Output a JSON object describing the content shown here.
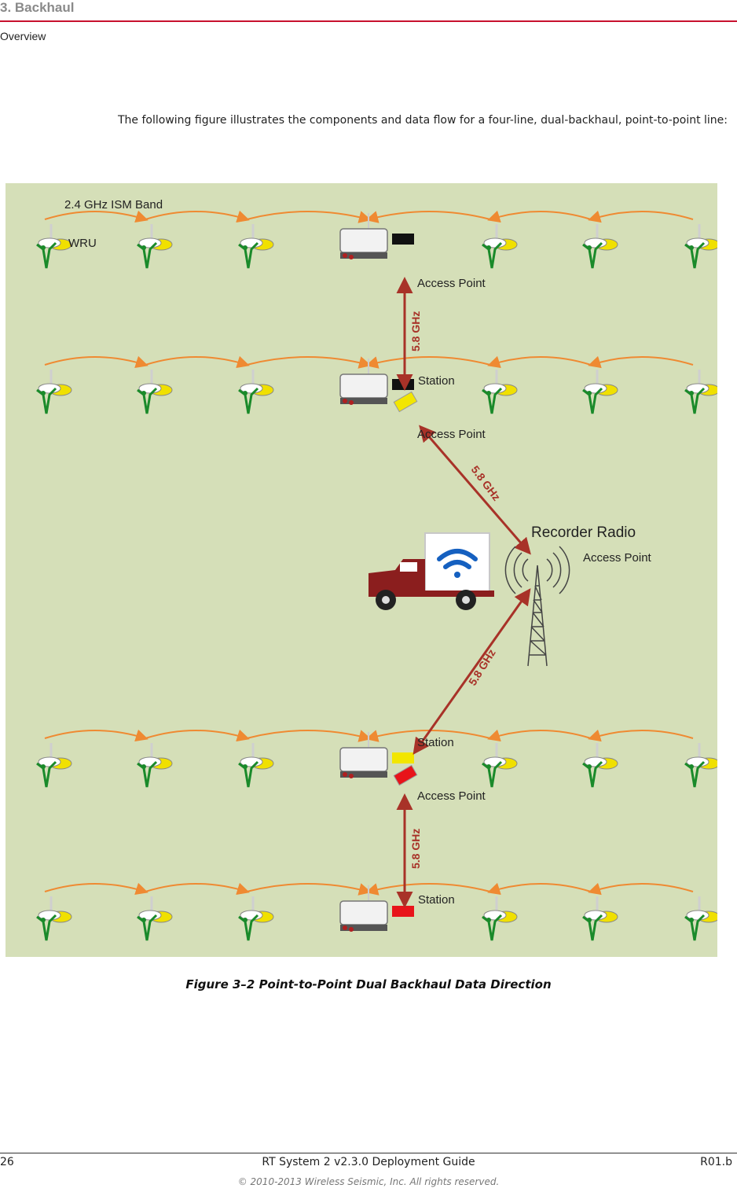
{
  "header": {
    "chapter": "3. Backhaul",
    "section": "Overview"
  },
  "intro_text": "The following figure illustrates the components and data flow for a four-line, dual-backhaul, point-to-point line:",
  "figure": {
    "band_label": "2.4 GHz ISM Band",
    "wru_label": "WRU",
    "access_point_label": "Access Point",
    "station_label": "Station",
    "recorder_radio_label": "Recorder Radio",
    "recorder_access_point_label": "Access Point",
    "link_label": "5.8 GHz",
    "colors": {
      "background": "#d5dfb8",
      "arc": "#ef8a32",
      "link": "#a83228",
      "black_ap": "#111111",
      "yellow_ap": "#f2e600",
      "red_ap": "#e8141a",
      "truck": "#8b1e1e"
    }
  },
  "caption": "Figure 3–2  Point-to-Point Dual Backhaul Data Direction",
  "footer": {
    "page_number": "26",
    "title": "RT System 2 v2.3.0 Deployment Guide",
    "revision": "R01.b",
    "copyright": "© 2010-2013 Wireless Seismic, Inc. All rights reserved."
  }
}
